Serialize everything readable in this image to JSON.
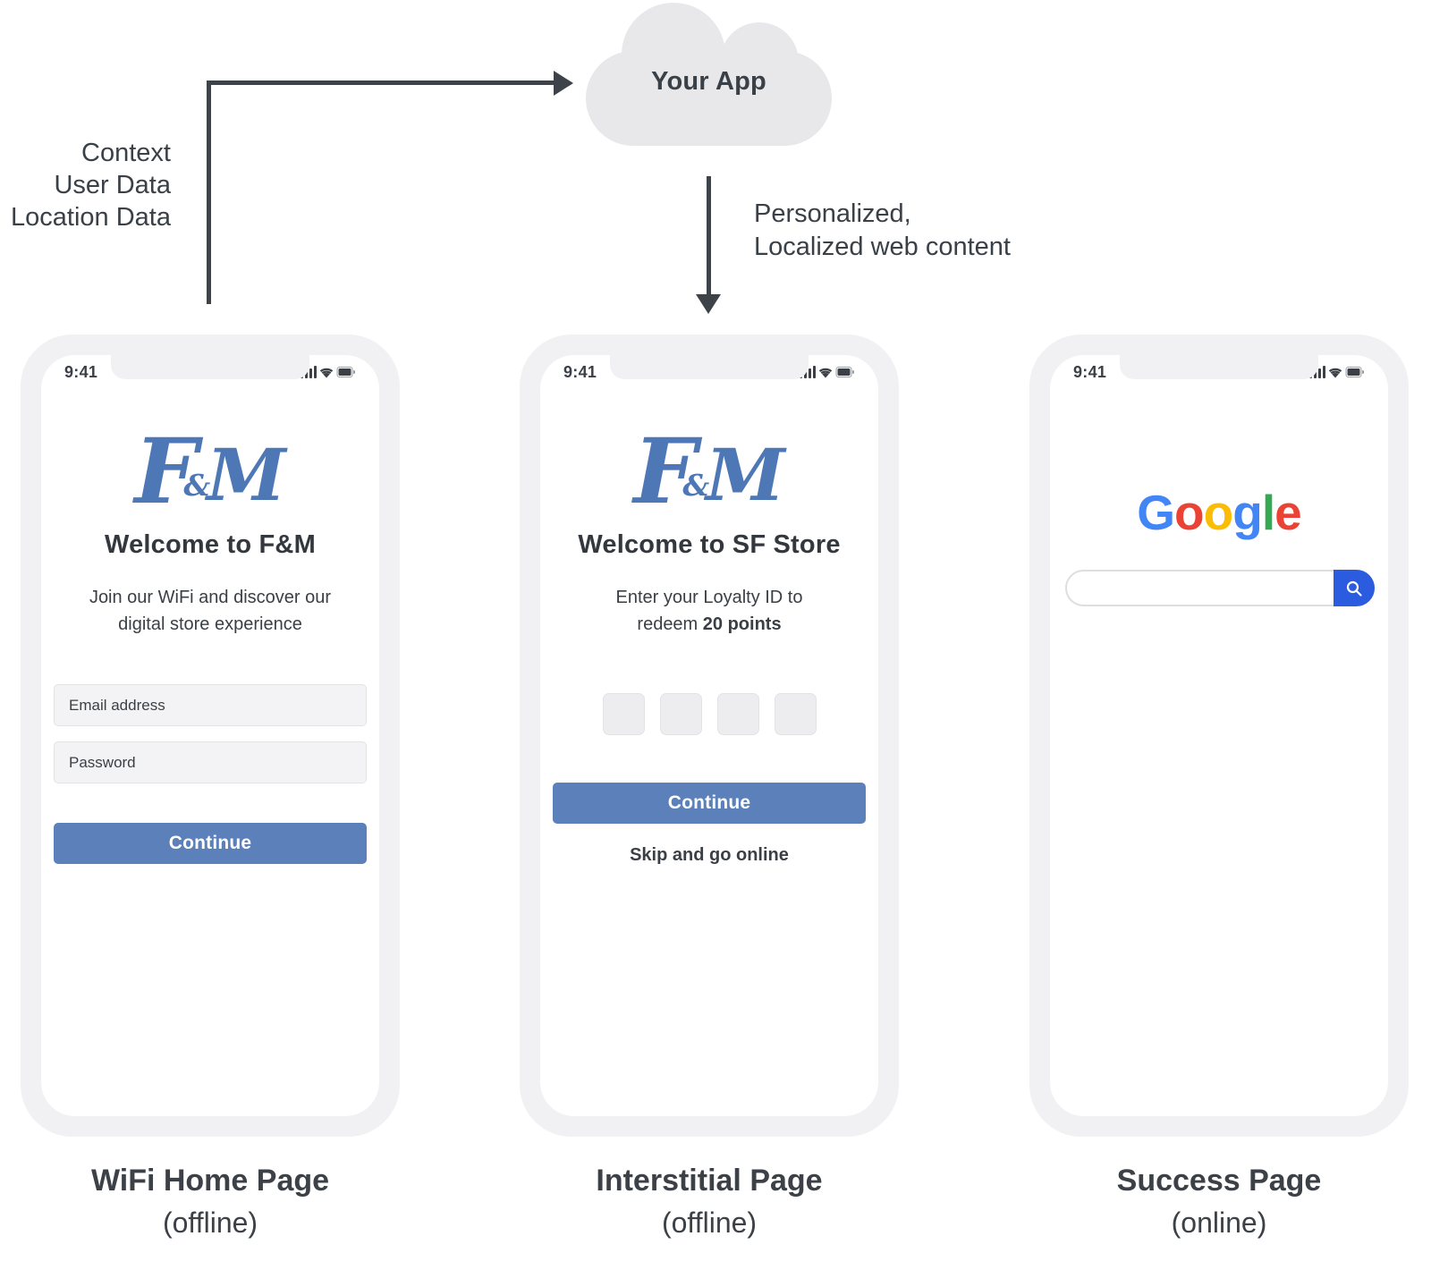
{
  "diagram": {
    "cloud": {
      "label": "Your App"
    },
    "flow_up_label": {
      "line1": "Context",
      "line2": "User Data",
      "line3": "Location Data"
    },
    "flow_down_label": {
      "line1": "Personalized,",
      "line2": "Localized web content"
    }
  },
  "colors": {
    "arrow": "#3e434a",
    "cloud_gray": "#e8e8ea",
    "phone_frame_gray": "#f1f1f3",
    "brand_blue": "#4d78b5",
    "button_blue": "#5b80ba",
    "field_gray": "#f3f3f5",
    "text_dark": "#3a3f46",
    "google_blue": "#4285F4",
    "google_red": "#EA4335",
    "google_yellow": "#FBBC05",
    "google_green": "#34A853",
    "search_button_blue": "#2b5ce0"
  },
  "phones": [
    {
      "status_time": "9:41",
      "logo": {
        "f": "F",
        "amp": "&",
        "m": "M"
      },
      "title": "Welcome to F&M",
      "subtitle_line1": "Join our WiFi and discover our",
      "subtitle_line2": "digital store experience",
      "email_placeholder": "Email address",
      "password_placeholder": "Password",
      "continue_label": "Continue",
      "caption": "WiFi Home Page",
      "caption_mode": "(offline)"
    },
    {
      "status_time": "9:41",
      "logo": {
        "f": "F",
        "amp": "&",
        "m": "M"
      },
      "title": "Welcome to SF Store",
      "subtitle_line1": "Enter your Loyalty ID to",
      "subtitle_line2_prefix": "redeem ",
      "subtitle_line2_bold": "20 points",
      "continue_label": "Continue",
      "skip_label": "Skip and go online",
      "caption": "Interstitial Page",
      "caption_mode": "(offline)"
    },
    {
      "status_time": "9:41",
      "google_logo": {
        "letters": [
          "G",
          "o",
          "o",
          "g",
          "l",
          "e"
        ]
      },
      "caption": "Success Page",
      "caption_mode": "(online)"
    }
  ]
}
